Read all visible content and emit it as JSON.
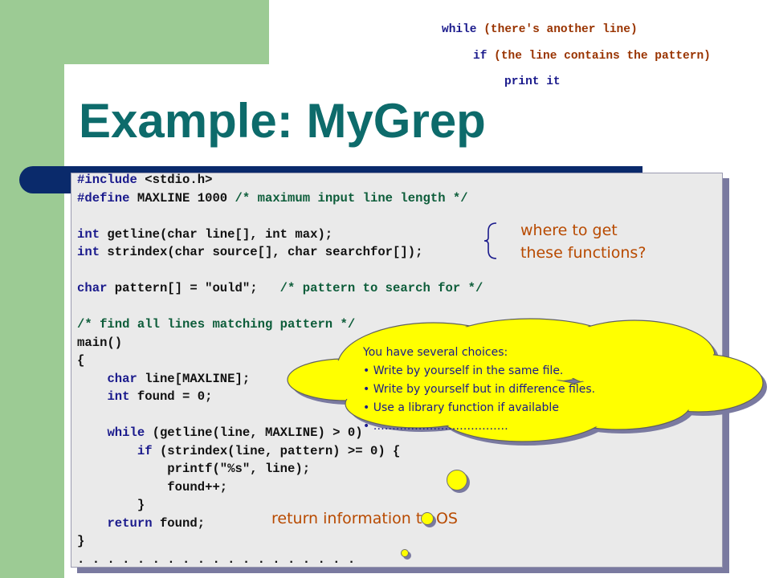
{
  "pseudocode": {
    "line1_kw": "while",
    "line1_cond": "there's another line",
    "line2_kw": "if",
    "line2_cond": "the line contains the pattern",
    "line3": "print it"
  },
  "slide": {
    "title": "Example: MyGrep"
  },
  "code": {
    "include_kw": "#include",
    "include_rest": " <stdio.h>",
    "define_kw": "#define",
    "define_rest": " MAXLINE 1000 ",
    "define_comment": "/* maximum input line length */",
    "int_kw": "int",
    "getline_sig": " getline(char line[], int max);",
    "strindex_sig": " strindex(char source[], char searchfor[]);",
    "char_kw": "char",
    "pattern_decl": " pattern[] = \"ould\";   ",
    "pattern_comment": "/* pattern to search for */",
    "find_comment": "/* find all lines matching pattern */",
    "main_sig": "main()",
    "open_brace": "{",
    "line_decl": " line[MAXLINE];",
    "found_decl": " found = 0;",
    "while_kw": "while",
    "while_rest": " (getline(line, MAXLINE) > 0)",
    "if_kw": "if",
    "if_rest": " (strindex(line, pattern) >= 0) {",
    "printf_line": "printf(\"%s\", line);",
    "found_inc": "found++;",
    "inner_close": "}",
    "return_kw": "return",
    "return_rest": " found;",
    "close_brace": "}",
    "dots": ". . . . . . . . . . . . . . . . . . ."
  },
  "annotations": {
    "where_line1": "where to get",
    "where_line2": "these functions?",
    "return_note": "return information to OS"
  },
  "cloud": {
    "heading": "You have several choices:",
    "items": [
      "• Write by yourself in the same file.",
      "• Write by yourself but in difference files.",
      "• Use a library function if available",
      "• ………………………………"
    ]
  },
  "colors": {
    "accent_green": "#9ccb94",
    "title_teal": "#0d6b6b",
    "bar_navy": "#0a2a6b",
    "note_orange": "#b84a00",
    "cloud_yellow": "#ffff00",
    "keyword_blue": "#1a1a8c",
    "comment_green": "#0d5d3a"
  }
}
